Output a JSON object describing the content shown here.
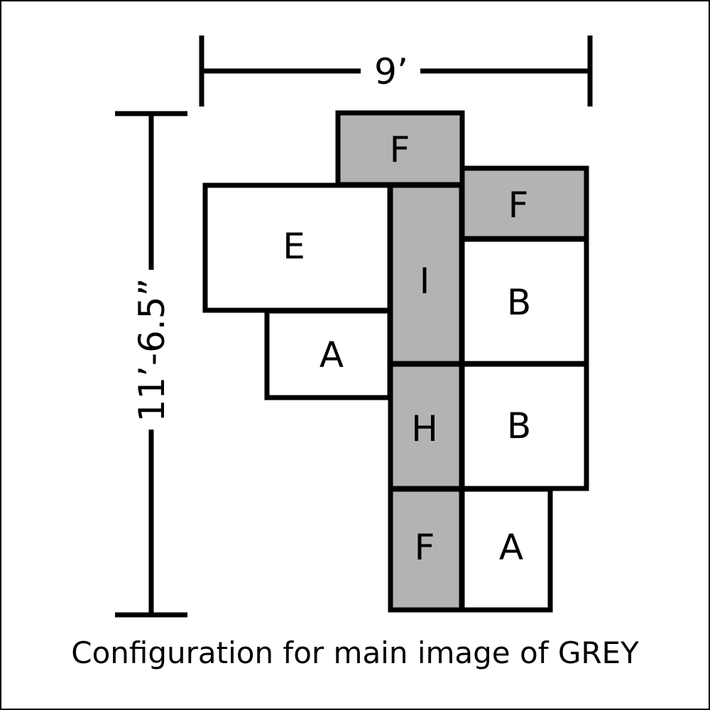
{
  "dimensions": {
    "width": "9’",
    "height": "11’-6.5”"
  },
  "tiles": [
    {
      "label": "F",
      "fill": "grey"
    },
    {
      "label": "E",
      "fill": "white"
    },
    {
      "label": "I",
      "fill": "grey"
    },
    {
      "label": "F",
      "fill": "grey"
    },
    {
      "label": "B",
      "fill": "white"
    },
    {
      "label": "A",
      "fill": "white"
    },
    {
      "label": "H",
      "fill": "grey"
    },
    {
      "label": "B",
      "fill": "white"
    },
    {
      "label": "F",
      "fill": "grey"
    },
    {
      "label": "A",
      "fill": "white"
    }
  ],
  "colors": {
    "grey": "#b3b3b3",
    "white": "#ffffff",
    "stroke": "#000000"
  },
  "caption": "Configuration for main image of GREY"
}
